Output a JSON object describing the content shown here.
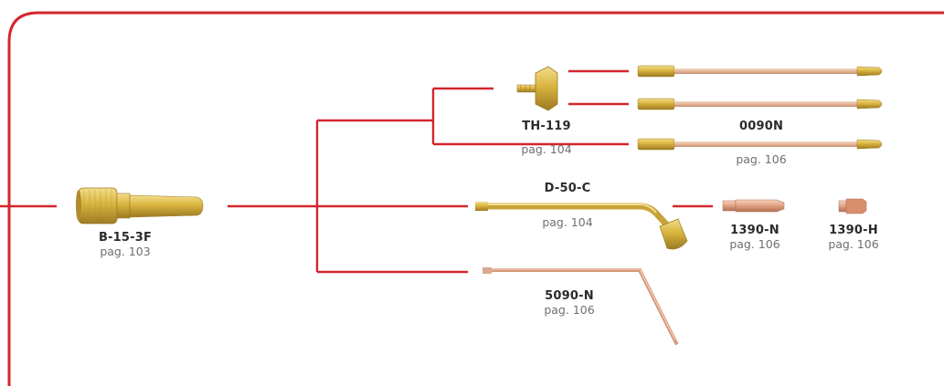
{
  "colors": {
    "line": "#d3262e",
    "brass": "#d9b43f",
    "brass_dark": "#a9842a",
    "copper": "#e0a182",
    "copper_dark": "#c0785a"
  },
  "parts": {
    "b15": {
      "code": "B-15-3F",
      "page": "pag. 103"
    },
    "th119": {
      "code": "TH-119",
      "page": "pag. 104"
    },
    "n0090": {
      "code": "0090N",
      "page": "pag. 106"
    },
    "d50c": {
      "code": "D-50-C",
      "page": "pag. 104"
    },
    "n1390": {
      "code": "1390-N",
      "page": "pag. 106"
    },
    "h1390": {
      "code": "1390-H",
      "page": "pag. 106"
    },
    "n5090": {
      "code": "5090-N",
      "page": "pag. 106"
    }
  }
}
